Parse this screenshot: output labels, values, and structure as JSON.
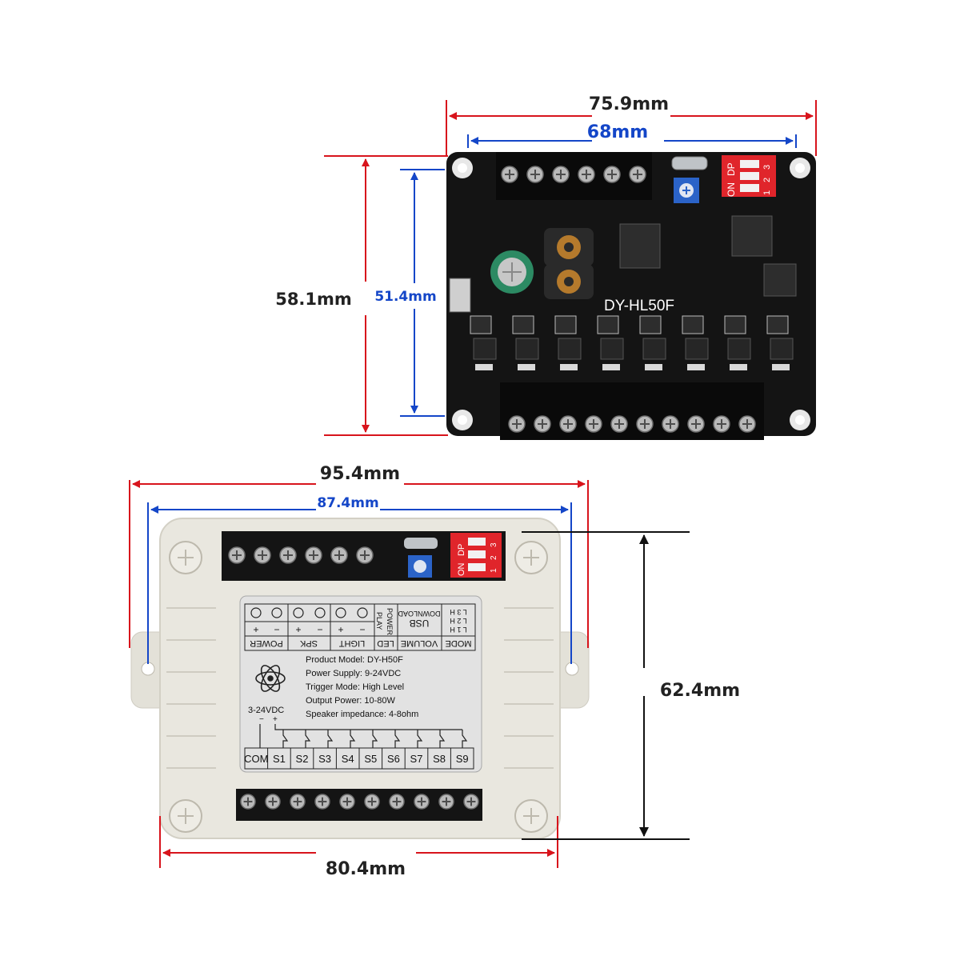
{
  "board": {
    "model_label": "DY-HL50F",
    "dip_on": "ON",
    "dip_dp": "DP",
    "dip_numbers": [
      "1",
      "2",
      "3"
    ]
  },
  "dimensions": {
    "board_width": "75.9mm",
    "board_hole_width": "68mm",
    "board_height": "58.1mm",
    "board_hole_height": "51.4mm",
    "case_width": "95.4mm",
    "case_hole_width": "87.4mm",
    "case_body_width": "80.4mm",
    "case_height": "62.4mm"
  },
  "label": {
    "top_terminals": [
      "POWER",
      "SPK",
      "LIGHT",
      "LED",
      "VOLUME",
      "MODE"
    ],
    "plus": "+",
    "minus": "−",
    "play": "PLAY",
    "power_word": "POWER",
    "usb": "USB",
    "download": "DOWNLOAD",
    "mode_rows": [
      "L 3 H",
      "L 2 H",
      "L 1 H"
    ],
    "info_lines": [
      "Product Model: DY-H50F",
      "Power Supply: 9-24VDC",
      "Trigger Mode: High Level",
      "Output Power: 10-80W",
      "Speaker impedance: 4-8ohm"
    ],
    "trigger_voltage": "3-24VDC",
    "bottom_terminals": [
      "COM",
      "S1",
      "S2",
      "S3",
      "S4",
      "S5",
      "S6",
      "S7",
      "S8",
      "S9"
    ]
  },
  "colors": {
    "red_dim": "#d8141c",
    "blue_dim": "#1446c8",
    "board_black": "#141414",
    "case_white": "#e9e7df",
    "dip_red": "#e0252b",
    "pot_blue": "#2b63c8"
  }
}
